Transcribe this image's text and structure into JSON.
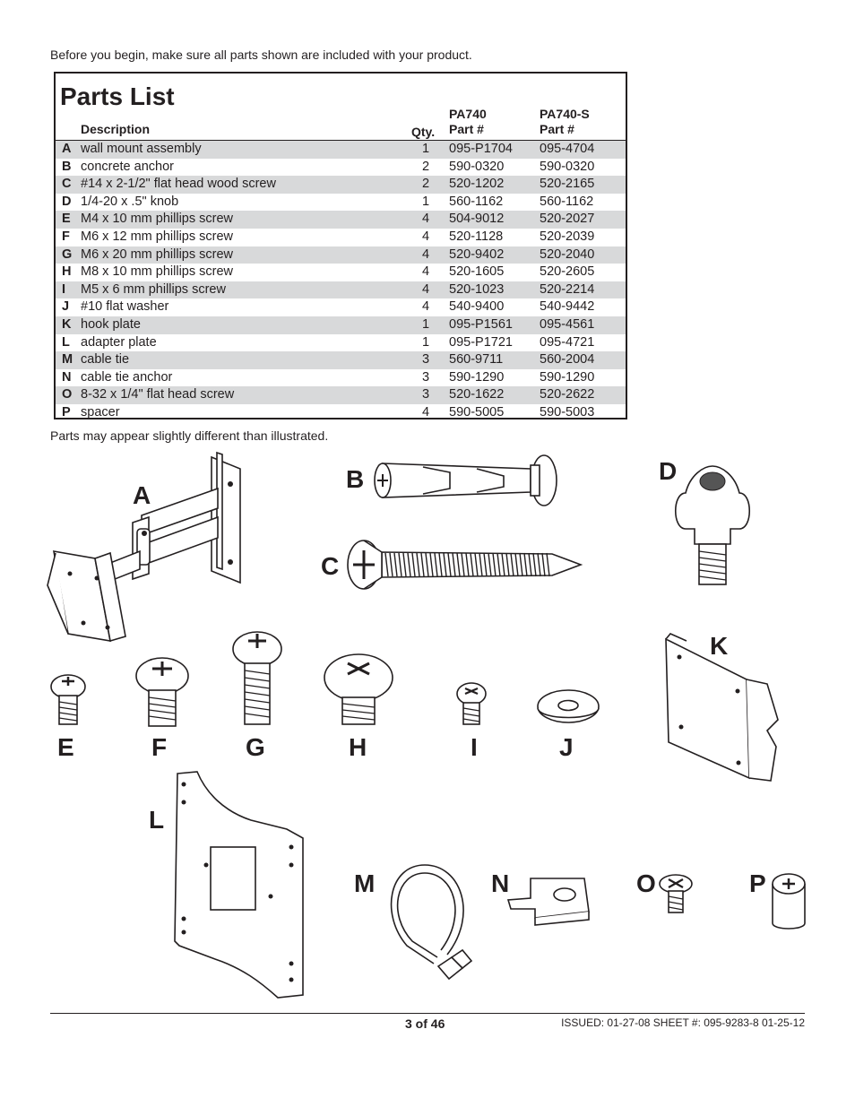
{
  "intro": "Before you begin, make sure all parts shown are included with your product.",
  "parts_list": {
    "title": "Parts List",
    "headers": {
      "description": "Description",
      "qty": "Qty.",
      "pa740_a": "PA740",
      "pa740_b": "Part #",
      "pa740s_a": "PA740-S",
      "pa740s_b": "Part #"
    },
    "rows": [
      {
        "letter": "A",
        "desc": "wall mount assembly",
        "qty": "1",
        "pa740": "095-P1704",
        "pa740s": "095-4704"
      },
      {
        "letter": "B",
        "desc": "concrete anchor",
        "qty": "2",
        "pa740": "590-0320",
        "pa740s": "590-0320"
      },
      {
        "letter": "C",
        "desc": "#14 x 2-1/2\" flat head wood screw",
        "qty": "2",
        "pa740": "520-1202",
        "pa740s": "520-2165"
      },
      {
        "letter": "D",
        "desc": "1/4-20 x .5\" knob",
        "qty": "1",
        "pa740": "560-1162",
        "pa740s": "560-1162"
      },
      {
        "letter": "E",
        "desc": "M4 x 10 mm phillips screw",
        "qty": "4",
        "pa740": "504-9012",
        "pa740s": "520-2027"
      },
      {
        "letter": "F",
        "desc": "M6 x 12 mm phillips screw",
        "qty": "4",
        "pa740": "520-1128",
        "pa740s": "520-2039"
      },
      {
        "letter": "G",
        "desc": "M6 x 20 mm phillips screw",
        "qty": "4",
        "pa740": "520-9402",
        "pa740s": "520-2040"
      },
      {
        "letter": "H",
        "desc": "M8 x 10 mm phillips screw",
        "qty": "4",
        "pa740": "520-1605",
        "pa740s": "520-2605"
      },
      {
        "letter": "I",
        "desc": "M5 x 6 mm phillips screw",
        "qty": "4",
        "pa740": "520-1023",
        "pa740s": "520-2214"
      },
      {
        "letter": "J",
        "desc": "#10 flat washer",
        "qty": "4",
        "pa740": "540-9400",
        "pa740s": "540-9442"
      },
      {
        "letter": "K",
        "desc": "hook plate",
        "qty": "1",
        "pa740": "095-P1561",
        "pa740s": "095-4561"
      },
      {
        "letter": "L",
        "desc": "adapter plate",
        "qty": "1",
        "pa740": "095-P1721",
        "pa740s": "095-4721"
      },
      {
        "letter": "M",
        "desc": "cable tie",
        "qty": "3",
        "pa740": "560-9711",
        "pa740s": "560-2004"
      },
      {
        "letter": "N",
        "desc": "cable tie anchor",
        "qty": "3",
        "pa740": "590-1290",
        "pa740s": "590-1290"
      },
      {
        "letter": "O",
        "desc": "8-32 x 1/4\" flat head screw",
        "qty": "3",
        "pa740": "520-1622",
        "pa740s": "520-2622"
      },
      {
        "letter": "P",
        "desc": "spacer",
        "qty": "4",
        "pa740": "590-5005",
        "pa740s": "590-5003"
      }
    ]
  },
  "note": "Parts may appear slightly different than illustrated.",
  "figure_labels": {
    "A": "A",
    "B": "B",
    "C": "C",
    "D": "D",
    "E": "E",
    "F": "F",
    "G": "G",
    "H": "H",
    "I": "I",
    "J": "J",
    "K": "K",
    "L": "L",
    "M": "M",
    "N": "N",
    "O": "O",
    "P": "P"
  },
  "footer": {
    "page": "3 of 46",
    "issued": "ISSUED: 01-27-08   SHEET #: 095-9283-8  01-25-12"
  }
}
